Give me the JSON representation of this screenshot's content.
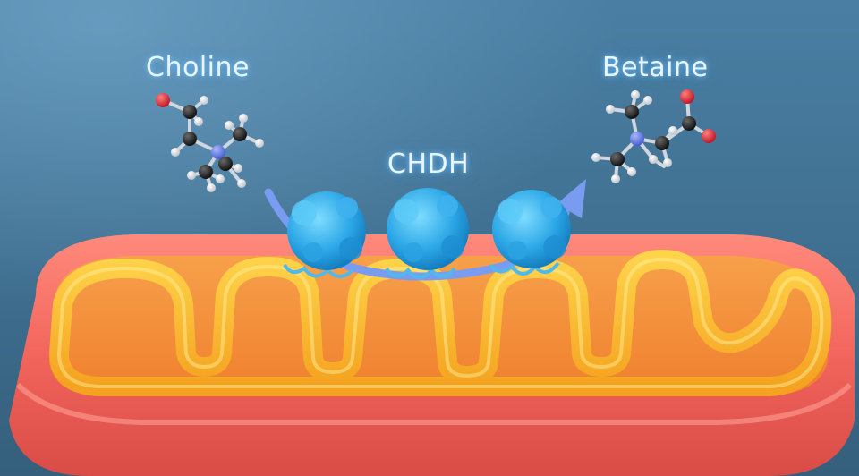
{
  "labels": {
    "substrate": "Choline",
    "enzyme": "CHDH",
    "product": "Betaine"
  },
  "colors": {
    "background": "#3f6f90",
    "membrane_outer": "#f0706a",
    "cristae": "#f5b52a",
    "matrix": "#f08a3a",
    "enzyme": "#2aa6e6",
    "arrow": "#7a9cf0",
    "atom_carbon": "#1a1a1a",
    "atom_hydrogen": "#f2f2f2",
    "atom_nitrogen": "#6a7fe0",
    "atom_oxygen": "#e0303a"
  },
  "icons": {
    "organelle": "mitochondrion-illustration",
    "substrate_molecule": "choline-ball-and-stick-model",
    "product_molecule": "betaine-ball-and-stick-model",
    "enzyme": "protein-blob",
    "flow": "reaction-arrow"
  }
}
